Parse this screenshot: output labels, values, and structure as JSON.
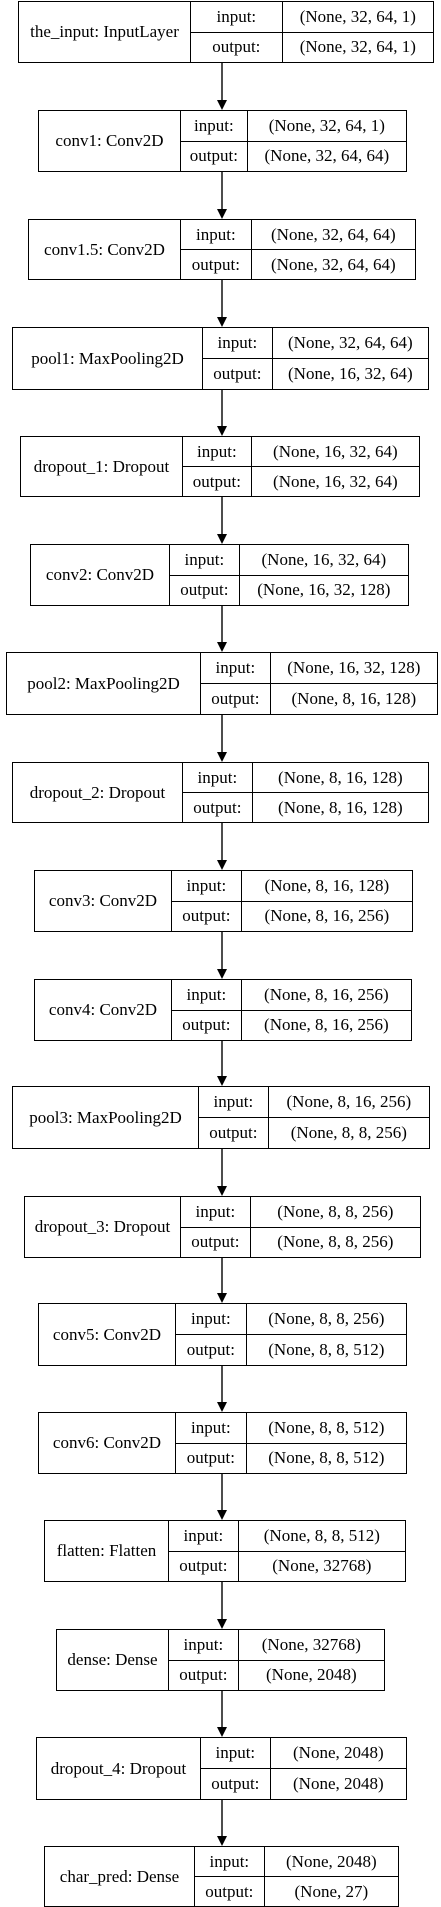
{
  "labels": {
    "input": "input:",
    "output": "output:"
  },
  "layers": [
    {
      "name": "the_input: InputLayer",
      "input": "(None, 32, 64, 1)",
      "output": "(None, 32, 64, 1)"
    },
    {
      "name": "conv1: Conv2D",
      "input": "(None, 32, 64, 1)",
      "output": "(None, 32, 64, 64)"
    },
    {
      "name": "conv1.5: Conv2D",
      "input": "(None, 32, 64, 64)",
      "output": "(None, 32, 64, 64)"
    },
    {
      "name": "pool1: MaxPooling2D",
      "input": "(None, 32, 64, 64)",
      "output": "(None, 16, 32, 64)"
    },
    {
      "name": "dropout_1: Dropout",
      "input": "(None, 16, 32, 64)",
      "output": "(None, 16, 32, 64)"
    },
    {
      "name": "conv2: Conv2D",
      "input": "(None, 16, 32, 64)",
      "output": "(None, 16, 32, 128)"
    },
    {
      "name": "pool2: MaxPooling2D",
      "input": "(None, 16, 32, 128)",
      "output": "(None, 8, 16, 128)"
    },
    {
      "name": "dropout_2: Dropout",
      "input": "(None, 8, 16, 128)",
      "output": "(None, 8, 16, 128)"
    },
    {
      "name": "conv3: Conv2D",
      "input": "(None, 8, 16, 128)",
      "output": "(None, 8, 16, 256)"
    },
    {
      "name": "conv4: Conv2D",
      "input": "(None, 8, 16, 256)",
      "output": "(None, 8, 16, 256)"
    },
    {
      "name": "pool3: MaxPooling2D",
      "input": "(None, 8, 16, 256)",
      "output": "(None, 8, 8, 256)"
    },
    {
      "name": "dropout_3: Dropout",
      "input": "(None, 8, 8, 256)",
      "output": "(None, 8, 8, 256)"
    },
    {
      "name": "conv5: Conv2D",
      "input": "(None, 8, 8, 256)",
      "output": "(None, 8, 8, 512)"
    },
    {
      "name": "conv6: Conv2D",
      "input": "(None, 8, 8, 512)",
      "output": "(None, 8, 8, 512)"
    },
    {
      "name": "flatten: Flatten",
      "input": "(None, 8, 8, 512)",
      "output": "(None, 32768)"
    },
    {
      "name": "dense: Dense",
      "input": "(None, 32768)",
      "output": "(None, 2048)"
    },
    {
      "name": "dropout_4: Dropout",
      "input": "(None, 2048)",
      "output": "(None, 2048)"
    },
    {
      "name": "char_pred: Dense",
      "input": "(None, 2048)",
      "output": "(None, 27)"
    }
  ]
}
